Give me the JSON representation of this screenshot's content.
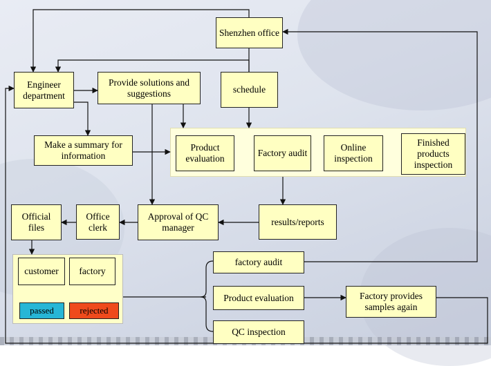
{
  "nodes": {
    "shenzhen_office": "Shenzhen office",
    "engineer_department": "Engineer department",
    "provide_solutions": "Provide solutions and suggestions",
    "schedule": "schedule",
    "make_summary": "Make a summary for information",
    "product_evaluation_top": "Product evaluation",
    "factory_audit_top": "Factory audit",
    "online_inspection": "Online inspection",
    "finished_products_inspection": "Finished products inspection",
    "results_reports": "results/reports",
    "approval_qc_manager": "Approval of QC manager",
    "office_clerk": "Office clerk",
    "official_files": "Official files",
    "customer": "customer",
    "factory": "factory",
    "factory_audit_bottom": "factory audit",
    "product_evaluation_bottom": "Product evaluation",
    "qc_inspection": "QC inspection",
    "factory_provides_samples": "Factory provides samples again"
  },
  "legend": {
    "passed": "passed",
    "rejected": "rejected"
  },
  "colors": {
    "box_fill": "#ffffc2",
    "passed": "#27b6d6",
    "rejected": "#ef4a1c",
    "line": "#111111"
  }
}
